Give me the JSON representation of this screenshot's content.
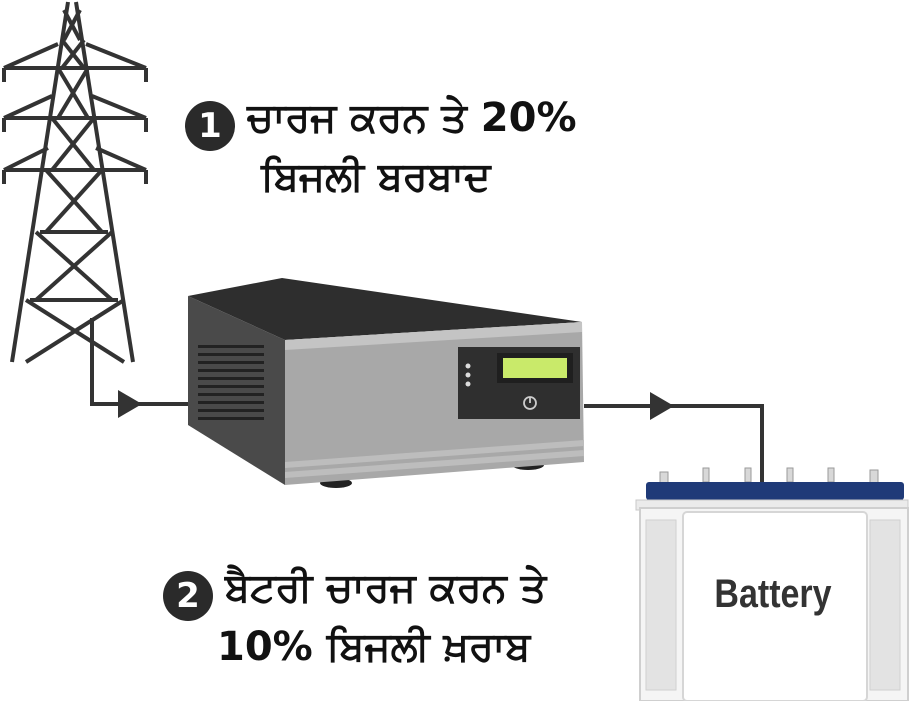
{
  "step1": {
    "number": "1",
    "line1": "ਚਾਰਜ ਕਰਨ ਤੇ 20%",
    "line2": "ਬਿਜਲੀ ਬਰਬਾਦ"
  },
  "step2": {
    "number": "2",
    "line1": "ਬੈਟਰੀ ਚਾਰਜ ਕਰਨ ਤੇ",
    "line2": "10% ਬਿਜਲੀ ਖ਼ਰਾਬ"
  },
  "battery": {
    "label": "Battery"
  },
  "icons": [
    "power-tower-icon",
    "inverter-icon",
    "battery-icon",
    "arrow-icon"
  ],
  "colors": {
    "wire": "#333333",
    "inverter_front": "#a9a9a9",
    "inverter_body": "#555555",
    "display": "#c9ea6a",
    "battery_lid": "#1f3a78"
  }
}
